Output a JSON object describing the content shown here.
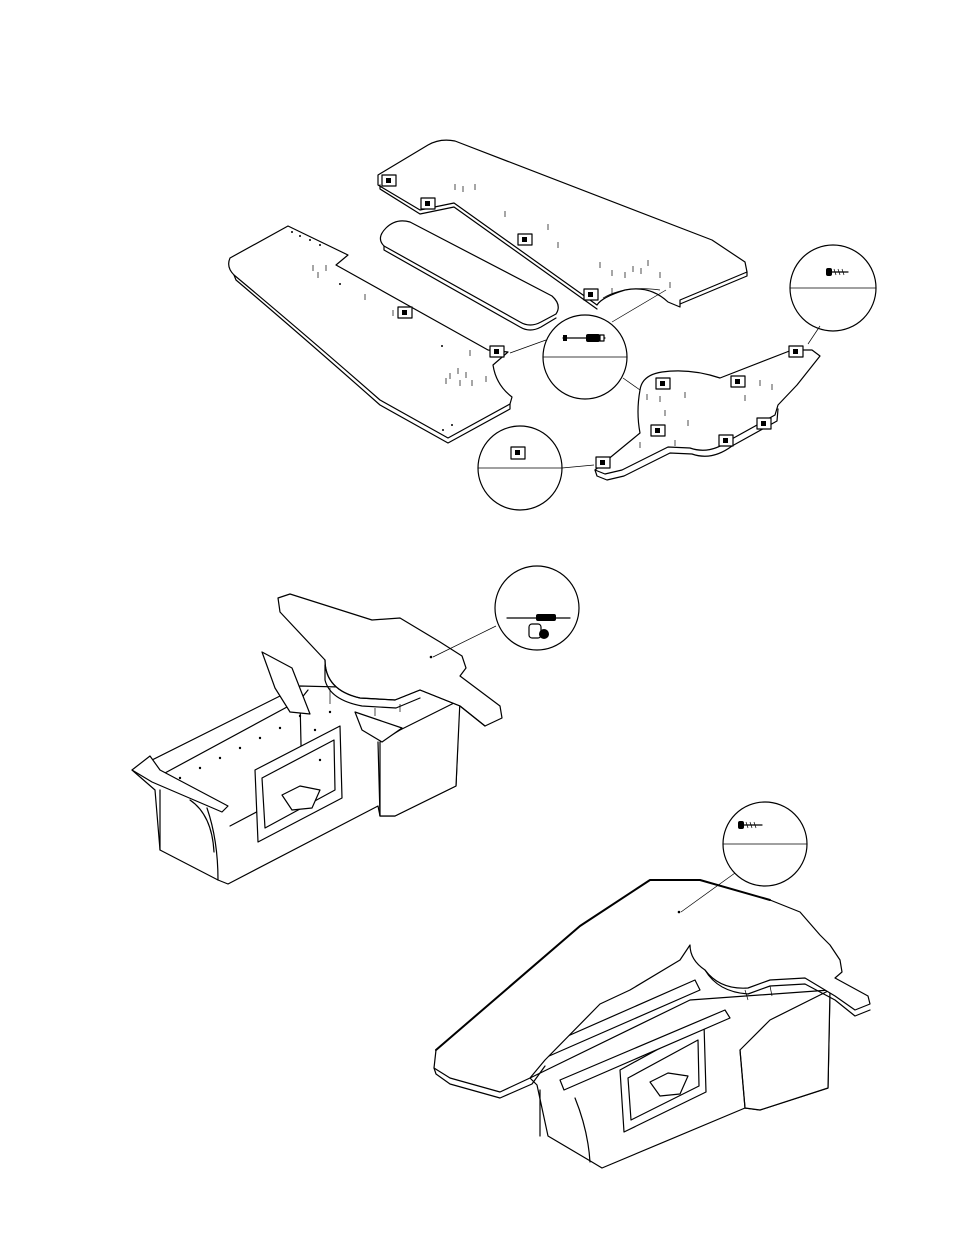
{
  "figure": {
    "type": "exploded-assembly-drawing",
    "line_color": "#000000",
    "background_color": "#ffffff",
    "views": [
      {
        "name": "exploded-desktop-panels",
        "callouts": [
          "screw-detail",
          "connector-bolt-detail",
          "square-bracket-detail"
        ]
      },
      {
        "name": "center-top-assembly",
        "callouts": [
          "connector-cam-detail"
        ]
      },
      {
        "name": "full-desk-assembly",
        "callouts": [
          "screw-detail"
        ]
      }
    ]
  }
}
